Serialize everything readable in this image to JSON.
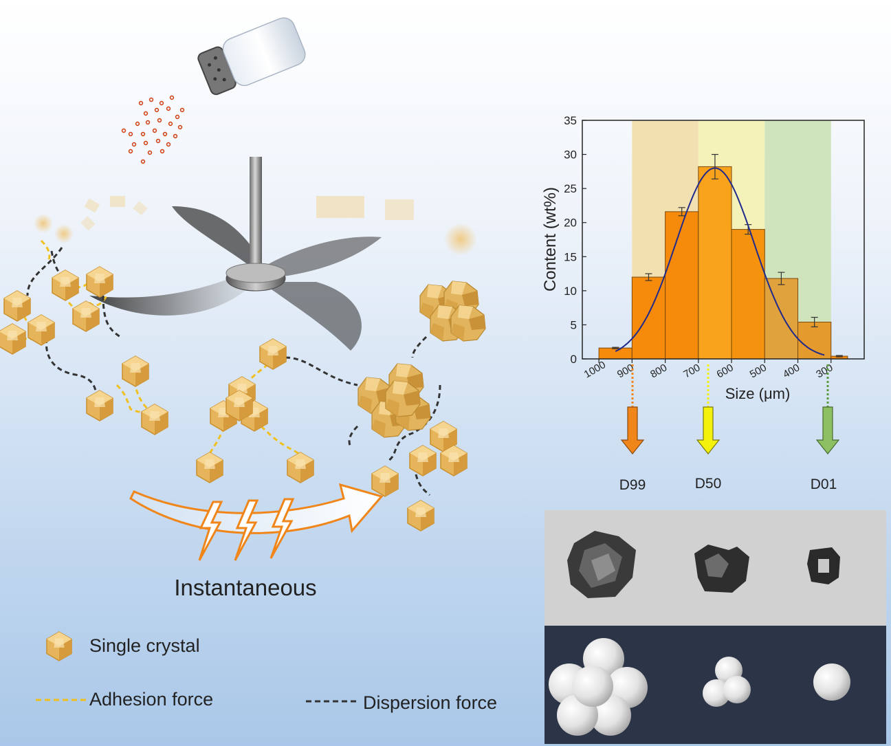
{
  "labels": {
    "process_label": "Instantaneous",
    "d99": "D99",
    "d50": "D50",
    "d01": "D01"
  },
  "legend": {
    "crystal": "Single crystal",
    "adhesion": "Adhesion force",
    "dispersion": "Dispersion force"
  },
  "colors": {
    "crystal": "#e9b75a",
    "adhesion_line": "#f0c020",
    "dispersion_line": "#333333",
    "arrow_orange": "#f0861a",
    "arrow_yellow": "#f4f10c",
    "arrow_green": "#8cc063",
    "photo_panel_bg": "#2c3547"
  },
  "chart_data": {
    "type": "bar",
    "xlabel": "Size (μm)",
    "ylabel": "Content (wt%)",
    "x_ticks": [
      "1000",
      "900",
      "800",
      "700",
      "600",
      "500",
      "400",
      "300"
    ],
    "xlim": [
      1050,
      200
    ],
    "ylim": [
      0,
      35
    ],
    "y_ticks": [
      0,
      5,
      10,
      15,
      20,
      25,
      30,
      35
    ],
    "bin_edges": [
      1000,
      900,
      800,
      700,
      600,
      500,
      400,
      300,
      250
    ],
    "values": [
      1.6,
      12.0,
      21.6,
      28.2,
      19.0,
      11.8,
      5.4,
      0.4
    ],
    "errors": [
      0.1,
      0.5,
      0.6,
      1.8,
      0.7,
      0.9,
      0.7,
      0.1
    ],
    "bar_colors": [
      "#f58a0b",
      "#f58a0b",
      "#f58a0b",
      "#f9a21c",
      "#f5930e",
      "#e0a23c",
      "#e59a2e",
      "#f58a0b"
    ],
    "shaded_bands": [
      {
        "from": 900,
        "to": 700,
        "color": "#f3e0b0"
      },
      {
        "from": 700,
        "to": 500,
        "color": "#f4f2b8"
      },
      {
        "from": 500,
        "to": 300,
        "color": "#cfe3bc"
      }
    ],
    "fit_curve": {
      "type": "gaussian",
      "mean": 650,
      "sd": 118,
      "peak": 28.0,
      "color": "#1f2a8c"
    },
    "grid": false
  }
}
